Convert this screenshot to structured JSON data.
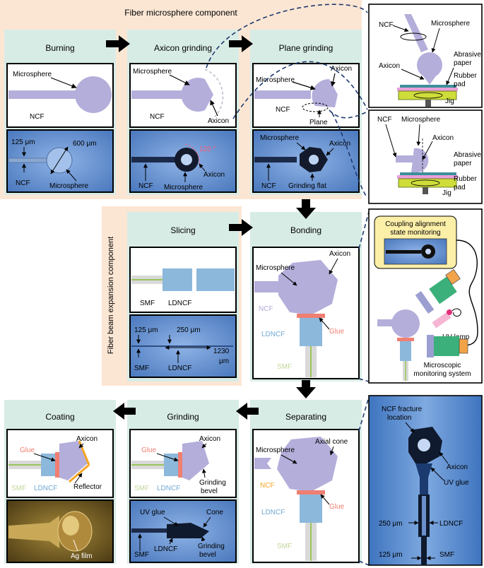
{
  "colors": {
    "bg_peach": "#fbe6d4",
    "bg_teal": "#d8ece6",
    "sphere": "#b4aedb",
    "photo_blue": "#5a86c4",
    "glue": "#ef7f72",
    "ldncf": "#8cb8db",
    "ncf_label": "#b3abd8",
    "ldncf_label": "#6fa9d6",
    "smf_label": "#c2d79a",
    "reflector": "#f5a623",
    "arrow": "#000000"
  },
  "groups": {
    "fiber_microsphere_component": "Fiber microsphere component",
    "fiber_beam_expansion_component": "Fiber beam expansion component"
  },
  "stages": {
    "burning": "Burning",
    "axicon_grinding": "Axicon grinding",
    "plane_grinding": "Plane grinding",
    "slicing": "Slicing",
    "bonding": "Bonding",
    "separating": "Separating",
    "grinding": "Grinding",
    "coating": "Coating"
  },
  "labels": {
    "microsphere": "Microsphere",
    "ncf": "NCF",
    "axicon": "Axicon",
    "plane": "Plane",
    "smf": "SMF",
    "ldncf": "LDNCF",
    "glue": "Glue",
    "uv_glue": "UV glue",
    "axial_cone": "Axial cone",
    "reflector": "Reflector",
    "grinding_bevel_1": "Grinding",
    "grinding_bevel_2": "bevel",
    "cone": "Cone",
    "ag_film": "Ag film",
    "abrasive_1": "Abrasive",
    "abrasive_2": "paper",
    "rubber_1": "Rubber",
    "rubber_2": "pad",
    "jig": "Jig",
    "coupling_1": "Coupling alignment",
    "coupling_2": "state monitoring",
    "uv_lamp": "UV-lamp",
    "microscopic_1": "Microscopic",
    "microscopic_2": "monitoring system",
    "ncf_fracture_1": "NCF fracture",
    "ncf_fracture_2": "location",
    "grinding_flat": "Grinding flat"
  },
  "measurements": {
    "d125": "125 μm",
    "d600": "600 μm",
    "angle120": "120 °",
    "d250": "250 μm",
    "d1230a": "1230",
    "d1230b": "μm"
  }
}
